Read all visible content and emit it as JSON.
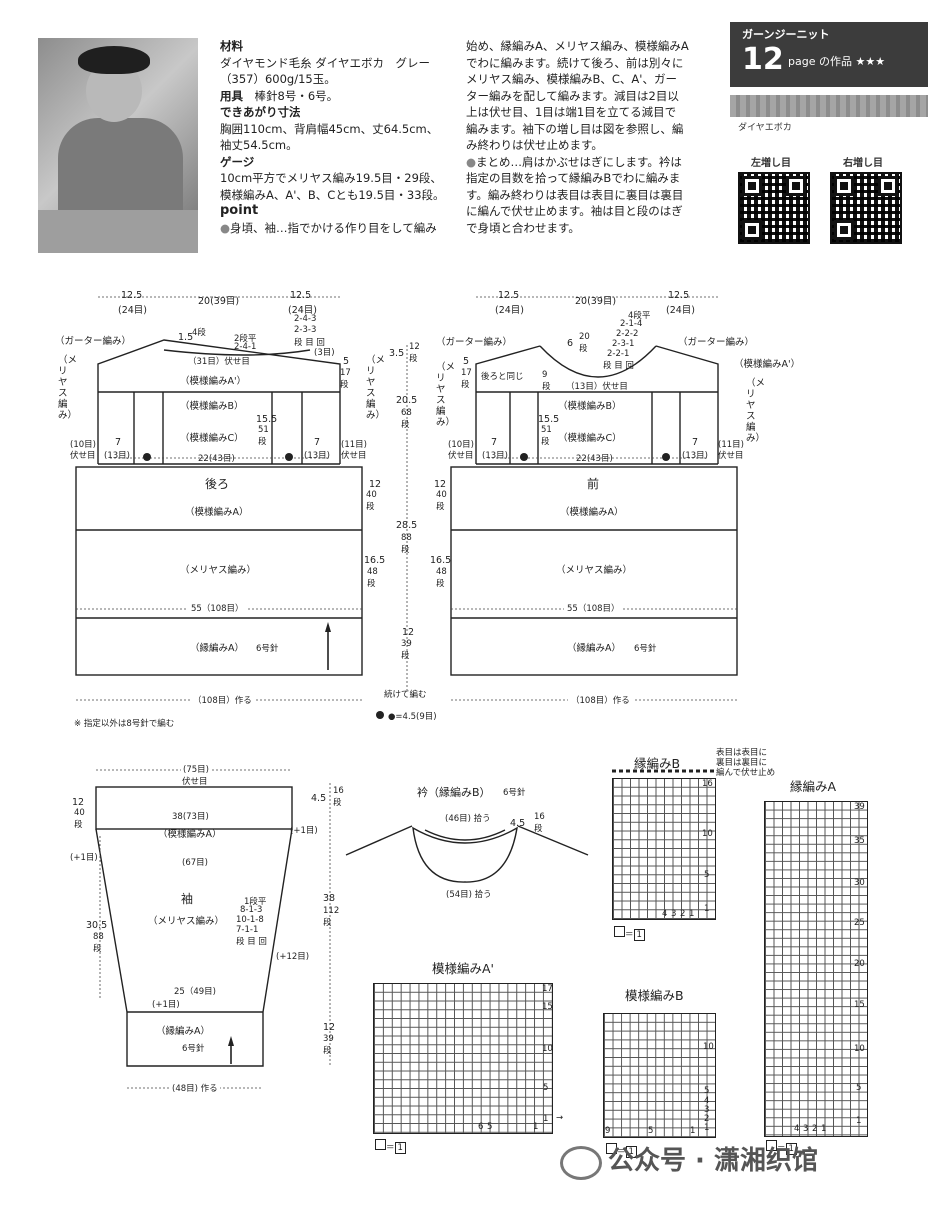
{
  "header": {
    "series": "ガーンジーニット",
    "page_num": "12",
    "page_suffix": "page の作品 ★★★",
    "yarn_label": "ダイヤエボカ"
  },
  "qr": {
    "left_label": "左増し目",
    "right_label": "右増し目"
  },
  "intro": {
    "materials_h": "材料",
    "materials_1": "ダイヤモンド毛糸 ダイヤエボカ　グレー",
    "materials_2": "（357）600g/15玉。",
    "tools_h": "用具",
    "tools": "棒針8号・6号。",
    "size_h": "できあがり寸法",
    "size_1": "胸囲110cm、背肩幅45cm、丈64.5cm、",
    "size_2": "袖丈54.5cm。",
    "gauge_h": "ゲージ",
    "gauge_1": "10cm平方でメリヤス編み19.5目・29段、",
    "gauge_2": "模様編みA、A'、B、Cとも19.5目・33段。",
    "point_h": "point",
    "point_1": "身頃、袖…指でかける作り目をして編み",
    "col2": [
      "始め、縁編みA、メリヤス編み、模様編みA",
      "でわに編みます。続けて後ろ、前は別々に",
      "メリヤス編み、模様編みB、C、A'、ガー",
      "ター編みを配して編みます。減目は2目以",
      "上は伏せ目、1目は端1目を立てる減目で",
      "編みます。袖下の増し目は図を参照し、編",
      "み終わりは伏せ止めます。",
      "まとめ…肩はかぶせはぎにします。衿は",
      "指定の目数を拾って縁編みBでわに編みま",
      "す。編み終わりは表目は表目に裏目は裏目",
      "に編んで伏せ止めます。袖は目と段のはぎ",
      "で身頃と合わせます。"
    ]
  },
  "back": {
    "top_l": "12.5",
    "top_l2": "(24目)",
    "top_m": "20(39目)",
    "top_r": "12.5",
    "top_r2": "(24目)",
    "garter": "（ガーター編み）",
    "meri_l": "（メリヤス編み）",
    "meri_r": "（メリヤス編み）",
    "neck_d": "1.5",
    "neck_d2": "4段",
    "neck_rows": "2段平",
    "neck_seq1": "2-4-1",
    "neck_seq2": "2-4-3",
    "neck_seq3": "2-3-3",
    "neck_seq4": "段 目 回",
    "neck_3": "(3目)",
    "bind31": "（31目）伏せ目",
    "patA2": "（模様編みA'）",
    "patB": "（模様編みB）",
    "patC": "（模様編みC）",
    "r5": "5",
    "r17": "17段",
    "r155": "15.5",
    "r51": "51段",
    "l10": "(10目)",
    "l10b": "伏せ目",
    "w7": "7",
    "w13": "(13目)",
    "w22": "22(43目)",
    "r11": "(11目)",
    "r11b": "伏せ目",
    "title": "後ろ",
    "patA": "（模様編みA）",
    "meri": "（メリヤス編み）",
    "w55": "55（108目）",
    "rib": "（縁編みA）",
    "rib_n": "6号針",
    "cast": "（108目）作る",
    "d12": "12",
    "d40": "40段",
    "d165": "16.5",
    "d48": "48段"
  },
  "mid": {
    "v35": "3.5",
    "v12": "12段",
    "v205": "20.5",
    "v68": "68段",
    "v285": "28.5",
    "v88": "88段",
    "v12b": "12",
    "v39": "39段",
    "cont": "続けて編む",
    "dot": "●=4.5(9目)"
  },
  "front": {
    "top_l": "12.5",
    "top_l2": "(24目)",
    "top_m": "20(39目)",
    "top_r": "12.5",
    "top_r2": "(24目)",
    "garter": "（ガーター編み）",
    "garter_r": "（ガーター編み）",
    "neck_6": "6",
    "neck_20": "20段",
    "neck_s1": "4段平",
    "neck_s2": "2-1-4",
    "neck_s3": "2-2-2",
    "neck_s4": "2-3-1",
    "neck_s5": "2-2-1",
    "neck_s6": "段 目 回",
    "same": "後ろと同じ",
    "r9": "9段",
    "bind13": "（13目）伏せ目",
    "patA2": "（模様編みA'）",
    "meri_l": "（メリヤス編み）",
    "meri_r": "（メリヤス編み）",
    "r5": "5",
    "r17": "17段",
    "r155": "15.5",
    "r51": "51段",
    "patB": "（模様編みB）",
    "patC": "（模様編みC）",
    "l10": "(10目)",
    "l10b": "伏せ目",
    "w7": "7",
    "w13": "(13目)",
    "w22": "22(43目)",
    "r11": "(11目)",
    "r11b": "伏せ目",
    "title": "前",
    "patA": "（模様編みA）",
    "meri": "（メリヤス編み）",
    "w55": "55（108目）",
    "rib": "（縁編みA）",
    "rib_n": "6号針",
    "cast": "（108目）作る",
    "d12": "12",
    "d40": "40段",
    "d165": "16.5",
    "d48": "48段"
  },
  "note": "※ 指定以外は8号針で編む",
  "sleeve": {
    "top": "(75目)",
    "top2": "伏せ目",
    "d12": "12",
    "d40": "40段",
    "w38": "38(73目)",
    "patA": "（模様編みA）",
    "p1": "(+1目)",
    "p1b": "(+1目)",
    "w67": "(67目)",
    "title": "袖",
    "meri": "（メリヤス編み）",
    "inc1": "1段平",
    "inc2": "8-1-3",
    "inc3": "10-1-8",
    "inc4": "7-1-1",
    "inc5": "段 目 回",
    "d305": "30.5",
    "d88": "88段",
    "p12": "(+12目)",
    "w25": "25（49目)",
    "p1c": "(+1目)",
    "rib": "（縁編みA）",
    "rib_n": "6号針",
    "cast": "(48目) 作る",
    "v45": "4.5",
    "v16": "16段",
    "v38": "38",
    "v112": "112段",
    "v12": "12",
    "v39": "39段"
  },
  "collar": {
    "title": "衿（縁編みB）",
    "needle": "6号針",
    "pick46": "(46目) 拾う",
    "pick54": "(54目) 拾う",
    "d45": "4.5",
    "d16": "16段"
  },
  "charts": {
    "ribB_top": "縁編みB",
    "ribB_note1": "表目は表目に",
    "ribB_note2": "裏目は裏目に",
    "ribB_note3": "編んで伏せ止め",
    "ribB_rows": [
      "16",
      "10",
      "5",
      "1"
    ],
    "ribB_cols": [
      "4",
      "3",
      "2",
      "1"
    ],
    "legend": "＝",
    "legend_box": "1",
    "ribA": "縁編みA",
    "ribA_rows": [
      "39",
      "35",
      "30",
      "25",
      "20",
      "15",
      "10",
      "5",
      "1"
    ],
    "ribA_cols": [
      "4",
      "3",
      "2",
      "1"
    ],
    "patA2": "模様編みA'",
    "patA2_rows": [
      "17",
      "15",
      "10",
      "5",
      "1"
    ],
    "patA2_cols": [
      "6",
      "5",
      "1"
    ],
    "patB": "模様編みB",
    "patB_rows": [
      "10",
      "5",
      "4",
      "3",
      "2",
      "1"
    ],
    "patB_cols": [
      "9",
      "5",
      "1"
    ]
  },
  "watermark": "公众号 · 潇湘织馆"
}
